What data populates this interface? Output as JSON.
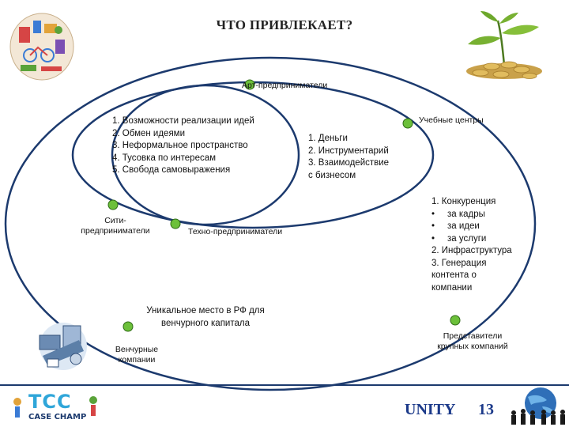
{
  "title": "ЧТО ПРИВЛЕКАЕТ?",
  "nodes": {
    "art": "Арт-предприниматели",
    "city_line1": "Сити-",
    "city_line2": "предприниматели",
    "techno": "Техно-предприниматели",
    "education": "Учебные центры",
    "venture_line1": "Венчурные",
    "venture_line2": "компании",
    "corporate_line1": "Представители",
    "corporate_line2": "крупных компаний"
  },
  "inner_list": [
    "1. Возможности реализации идей",
    "2. Обмен идеями",
    "3. Неформальное пространство",
    "4. Тусовка по интересам",
    "5. Свобода самовыражения"
  ],
  "middle_list": [
    "1. Деньги",
    "2. Инструментарий",
    "3. Взаимодействие",
    "с бизнесом"
  ],
  "outer_list": {
    "item1": "1. Конкуренция",
    "subitems": [
      "за кадры",
      "за идеи",
      "за услуги"
    ],
    "bullet": "•",
    "item2": "2. Инфраструктура",
    "item3_lines": [
      "3. Генерация",
      "контента о",
      "компании"
    ]
  },
  "unique_place": {
    "line1": "Уникальное место в РФ для",
    "line2": "венчурного капитала"
  },
  "footer": {
    "brand": "UNITY",
    "page": "13",
    "logo_text": "CASE CHAMP",
    "logo_letters": "TCC"
  },
  "colors": {
    "ellipse_stroke": "#1c3a6e",
    "node_fill": "#6cc03a",
    "accent_blue": "#1c3a8a"
  }
}
